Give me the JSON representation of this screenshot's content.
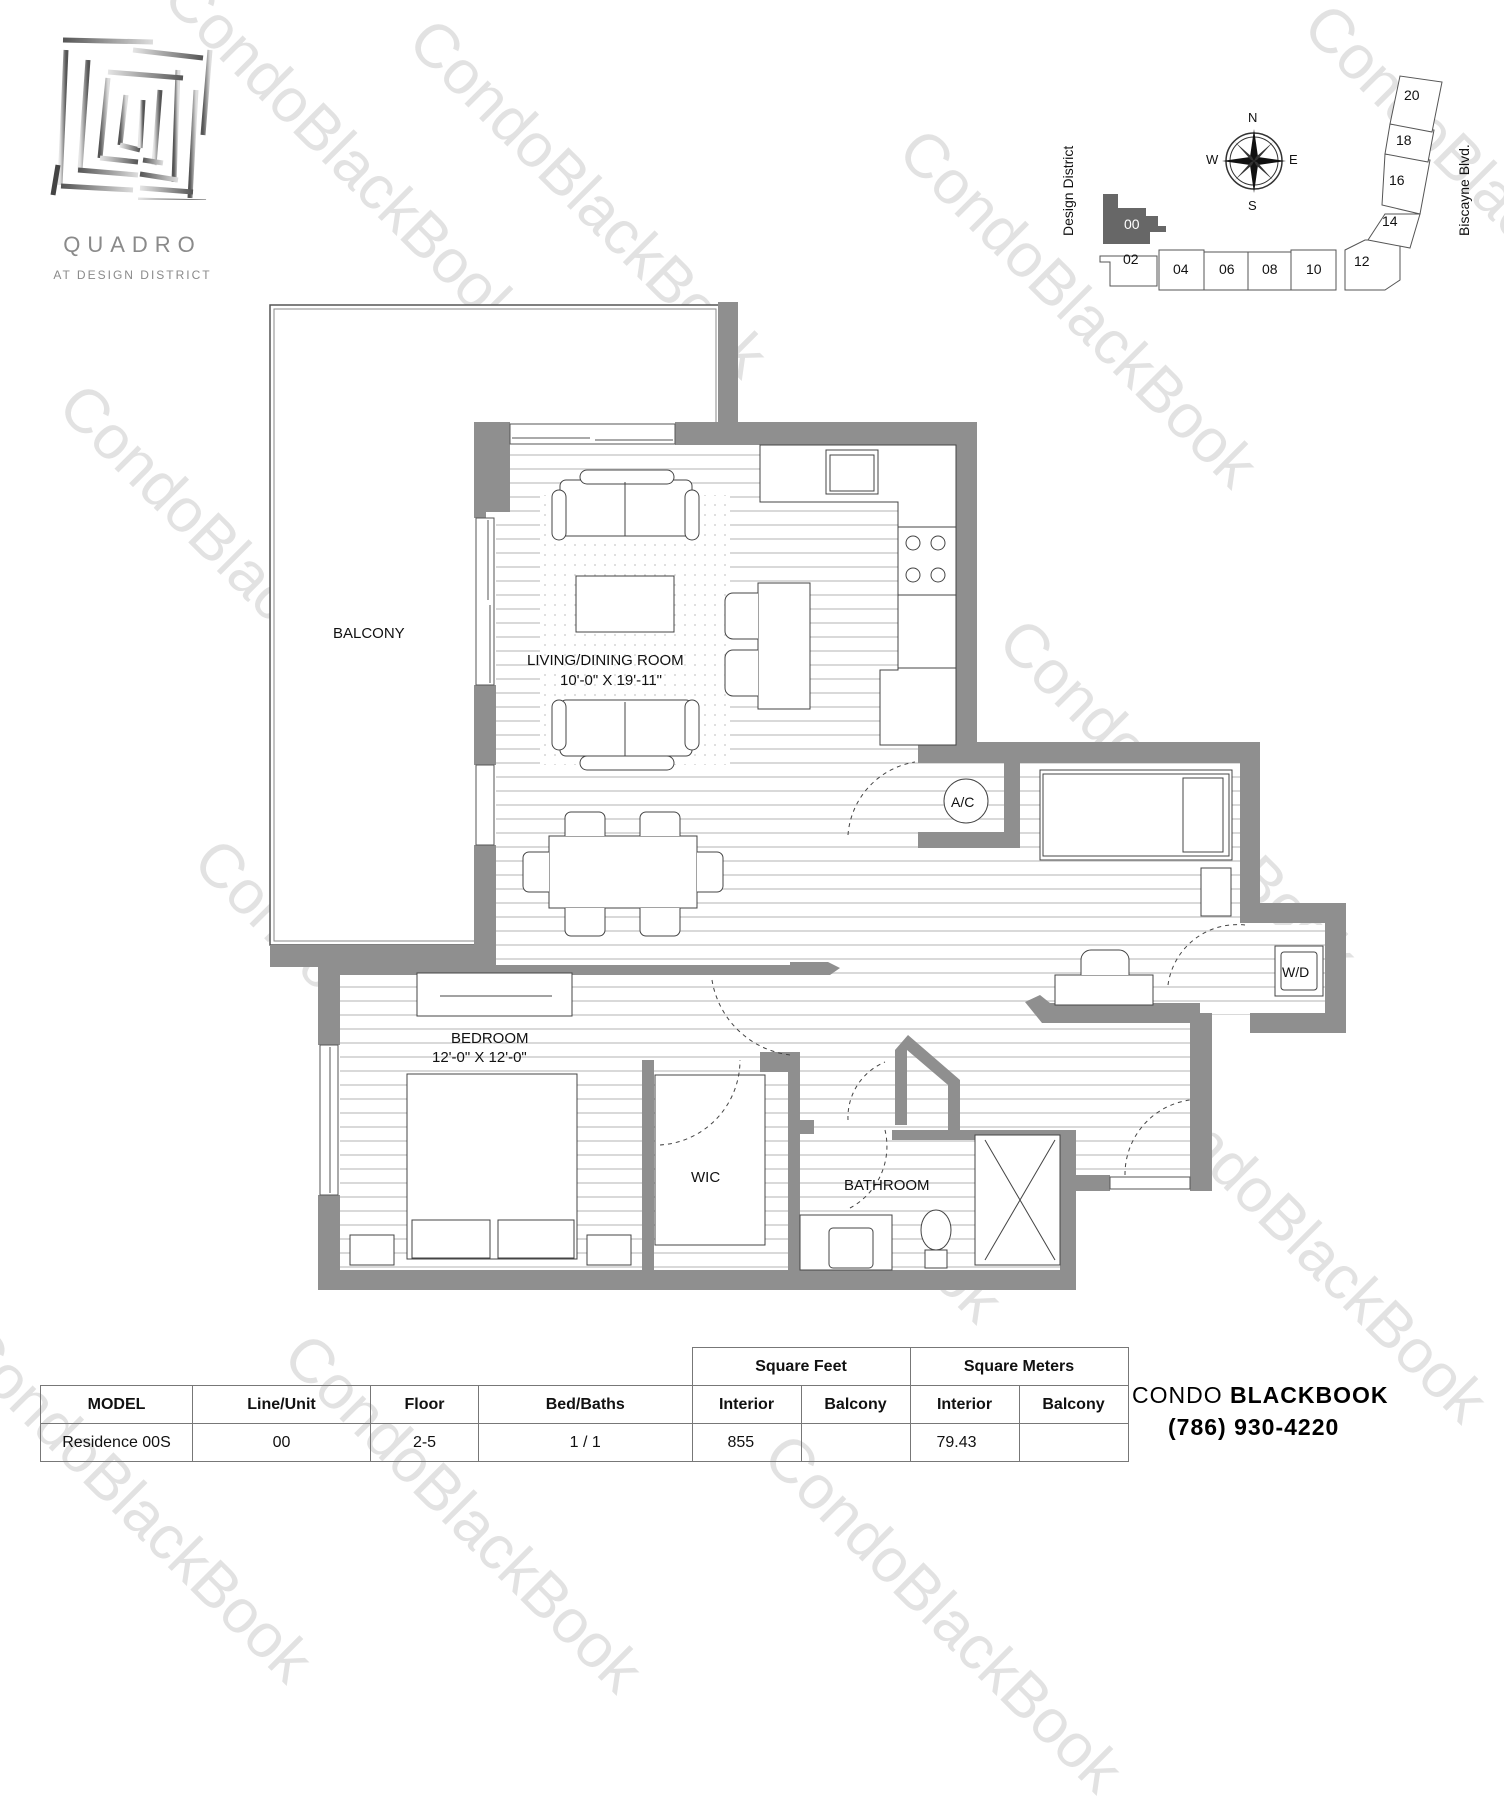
{
  "logo": {
    "name": "QUADRO",
    "subtitle": "AT DESIGN DISTRICT"
  },
  "keyplan": {
    "left_street": "Design District",
    "right_street": "Biscayne Blvd.",
    "compass": {
      "n": "N",
      "s": "S",
      "e": "E",
      "w": "W"
    },
    "highlighted_unit": "00",
    "units": [
      "00",
      "02",
      "04",
      "06",
      "08",
      "10",
      "12",
      "14",
      "16",
      "18",
      "20"
    ]
  },
  "floorplan": {
    "rooms": [
      {
        "name": "BALCONY",
        "dims": ""
      },
      {
        "name": "LIVING/DINING ROOM",
        "dims": "10'-0\" X 19'-11\""
      },
      {
        "name": "BEDROOM",
        "dims": "12'-0\" X 12'-0\""
      },
      {
        "name": "WIC",
        "dims": ""
      },
      {
        "name": "BATHROOM",
        "dims": ""
      }
    ],
    "fixtures": {
      "ac": "A/C",
      "wd": "W/D"
    },
    "colors": {
      "wall": "#8f8f8f",
      "floor_line": "#d9d9d9",
      "line": "#333333"
    }
  },
  "spec_table": {
    "group_headers": {
      "sqft": "Square Feet",
      "sqm": "Square Meters"
    },
    "columns": [
      "MODEL",
      "Line/Unit",
      "Floor",
      "Bed/Baths",
      "Interior",
      "Balcony",
      "Interior",
      "Balcony"
    ],
    "row": [
      "Residence 00S",
      "00",
      "2-5",
      "1 / 1",
      "855",
      "",
      "79.43",
      ""
    ]
  },
  "brand": {
    "name_light": "CONDO",
    "name_bold": "BLACKBOOK",
    "phone": "(786) 930-4220"
  },
  "watermark": "CondoBlackBook"
}
